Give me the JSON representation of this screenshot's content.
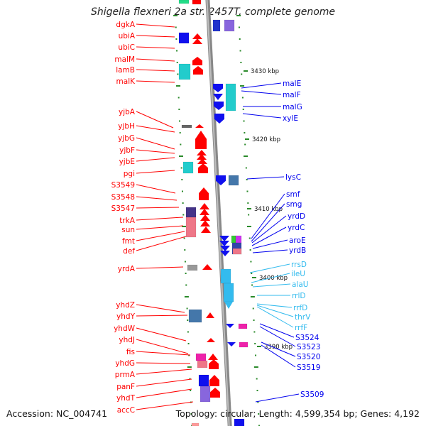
{
  "title": "Shigella flexneri 2a str. 2457T, complete genome",
  "accession": "Accession: NC_004741",
  "topology": "Topology: circular; Length: 4,599,354 bp; Genes: 4,192",
  "colors": {
    "forward": "#ff0000",
    "reverse": "#0000ee",
    "rna": "#33bbee",
    "backbone": "#999999",
    "tick": "#2a8a2a"
  },
  "scale_labels": [
    "3430 kbp",
    "3420 kbp",
    "3410 kbp",
    "3400 kbp",
    "3390 kbp"
  ],
  "left_labels": [
    "dgkA",
    "ubiA",
    "ubiC",
    "malM",
    "lamB",
    "malK",
    "yjbA",
    "yjbH",
    "yjbG",
    "yjbF",
    "yjbE",
    "pgi",
    "S3549",
    "S3548",
    "S3547",
    "trkA",
    "sun",
    "fmt",
    "def",
    "yrdA",
    "yhdZ",
    "yhdY",
    "yhdW",
    "yhdJ",
    "fis",
    "yhdG",
    "prmA",
    "panF",
    "yhdT",
    "accC"
  ],
  "right_labels": [
    "malE",
    "malF",
    "malG",
    "xylE",
    "lysC",
    "smf",
    "smg",
    "yrdD",
    "yrdC",
    "aroE",
    "yrdB",
    "rrsD",
    "ileU",
    "alaU",
    "rrlD",
    "rrfD",
    "thrV",
    "rrfF",
    "S3524",
    "S3523",
    "S3520",
    "S3519",
    "S3509"
  ],
  "right_label_colors": [
    "#0000ee",
    "#0000ee",
    "#0000ee",
    "#0000ee",
    "#0000ee",
    "#0000ee",
    "#0000ee",
    "#0000ee",
    "#0000ee",
    "#0000ee",
    "#0000ee",
    "#33bbee",
    "#33bbee",
    "#33bbee",
    "#33bbee",
    "#33bbee",
    "#33bbee",
    "#33bbee",
    "#0000ee",
    "#0000ee",
    "#0000ee",
    "#0000ee",
    "#0000ee"
  ]
}
